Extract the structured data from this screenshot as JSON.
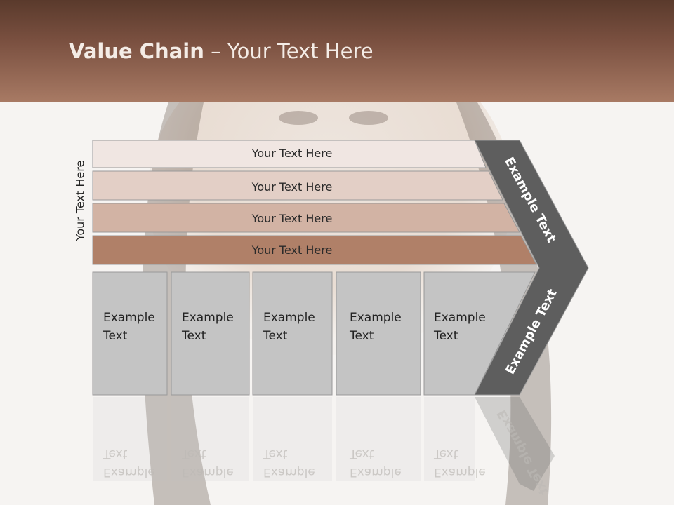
{
  "slide": {
    "title_bold": "Value Chain",
    "title_rest": " – Your Text Here"
  },
  "side_label": "Your Text Here",
  "rows": [
    {
      "label": "Your Text Here",
      "color": "#f0e6e2"
    },
    {
      "label": "Your Text Here",
      "color": "#e3cfc6"
    },
    {
      "label": "Your Text Here",
      "color": "#d2b3a4"
    },
    {
      "label": "Your Text Here",
      "color": "#b08068"
    }
  ],
  "columns": [
    {
      "line1": "Example",
      "line2": "Text"
    },
    {
      "line1": "Example",
      "line2": "Text"
    },
    {
      "line1": "Example",
      "line2": "Text"
    },
    {
      "line1": "Example",
      "line2": "Text"
    },
    {
      "line1": "Example",
      "line2": "Text"
    }
  ],
  "chevron": {
    "upper_label": "Example Text",
    "lower_label": "Example Text",
    "color": "#5e5e5e"
  },
  "colors": {
    "header": "#7a5040",
    "column_fill": "#c4c4c4"
  }
}
